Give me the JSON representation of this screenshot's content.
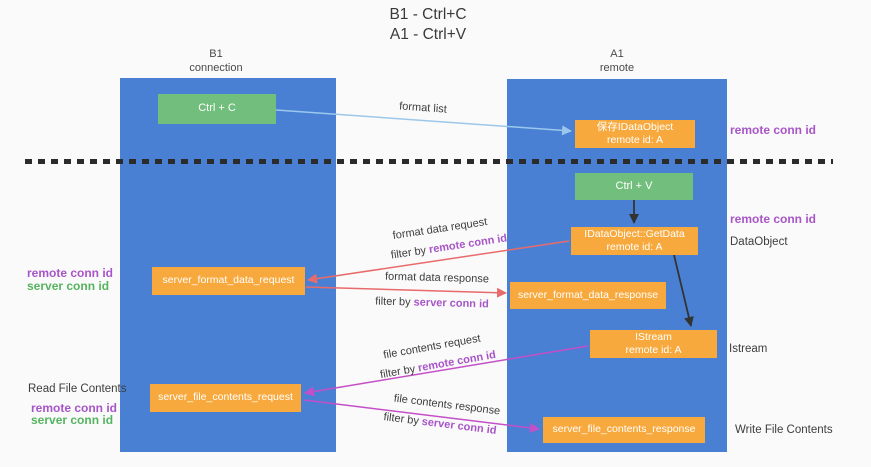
{
  "title": {
    "line1": "B1 - Ctrl+C",
    "line2": "A1 - Ctrl+V"
  },
  "lanes": {
    "left": {
      "name": "B1",
      "sub": "connection"
    },
    "right": {
      "name": "A1",
      "sub": "remote"
    }
  },
  "nodes": {
    "ctrl_c": {
      "label": "Ctrl + C"
    },
    "save_dataobject": {
      "line1": "保存IDataObject",
      "line2": "remote id: A"
    },
    "ctrl_v": {
      "label": "Ctrl + V"
    },
    "getdata": {
      "line1": "IDataObject::GetData",
      "line2": "remote id: A"
    },
    "server_format_data_request": {
      "label": "server_format_data_request"
    },
    "server_format_data_response": {
      "label": "server_format_data_response"
    },
    "istream": {
      "line1": "IStream",
      "line2": "remote id: A"
    },
    "server_file_contents_request": {
      "label": "server_file_contents_request"
    },
    "server_file_contents_response": {
      "label": "server_file_contents_response"
    }
  },
  "edges": {
    "format_list": {
      "label": "format list"
    },
    "format_data_request": {
      "label": "format data request",
      "filter_prefix": "filter by",
      "filter_key": "remote conn id"
    },
    "format_data_response": {
      "label": "format data response",
      "filter_prefix": "filter by",
      "filter_key": "server conn id"
    },
    "file_contents_request": {
      "label": "file contents request",
      "filter_prefix": "filter by",
      "filter_key": "remote conn id"
    },
    "file_contents_response": {
      "label": "file contents response",
      "filter_prefix": "filter by",
      "filter_key": "server conn id"
    }
  },
  "annotations": {
    "remote_conn_id_save": "remote conn id",
    "remote_conn_id_paste": "remote conn id",
    "dataobject": "DataObject",
    "istream": "Istream",
    "write_file_contents": "Write File Contents",
    "read_file_contents": "Read File Contents",
    "left_format": {
      "remote": "remote conn id",
      "server": "server conn id"
    },
    "left_file": {
      "remote": "remote conn id",
      "server": "server conn id"
    }
  },
  "colors": {
    "lane_blue": "#4A80D4",
    "box_green": "#72BF7D",
    "box_orange": "#F8A93D",
    "arrow_lightblue": "#9CC7EB",
    "arrow_red": "#E86B6B",
    "arrow_magenta": "#C44FC8",
    "arrow_black": "#333333",
    "text_purple": "#A855C8",
    "text_green": "#55B45F",
    "dash_black": "#2B2B2B"
  }
}
